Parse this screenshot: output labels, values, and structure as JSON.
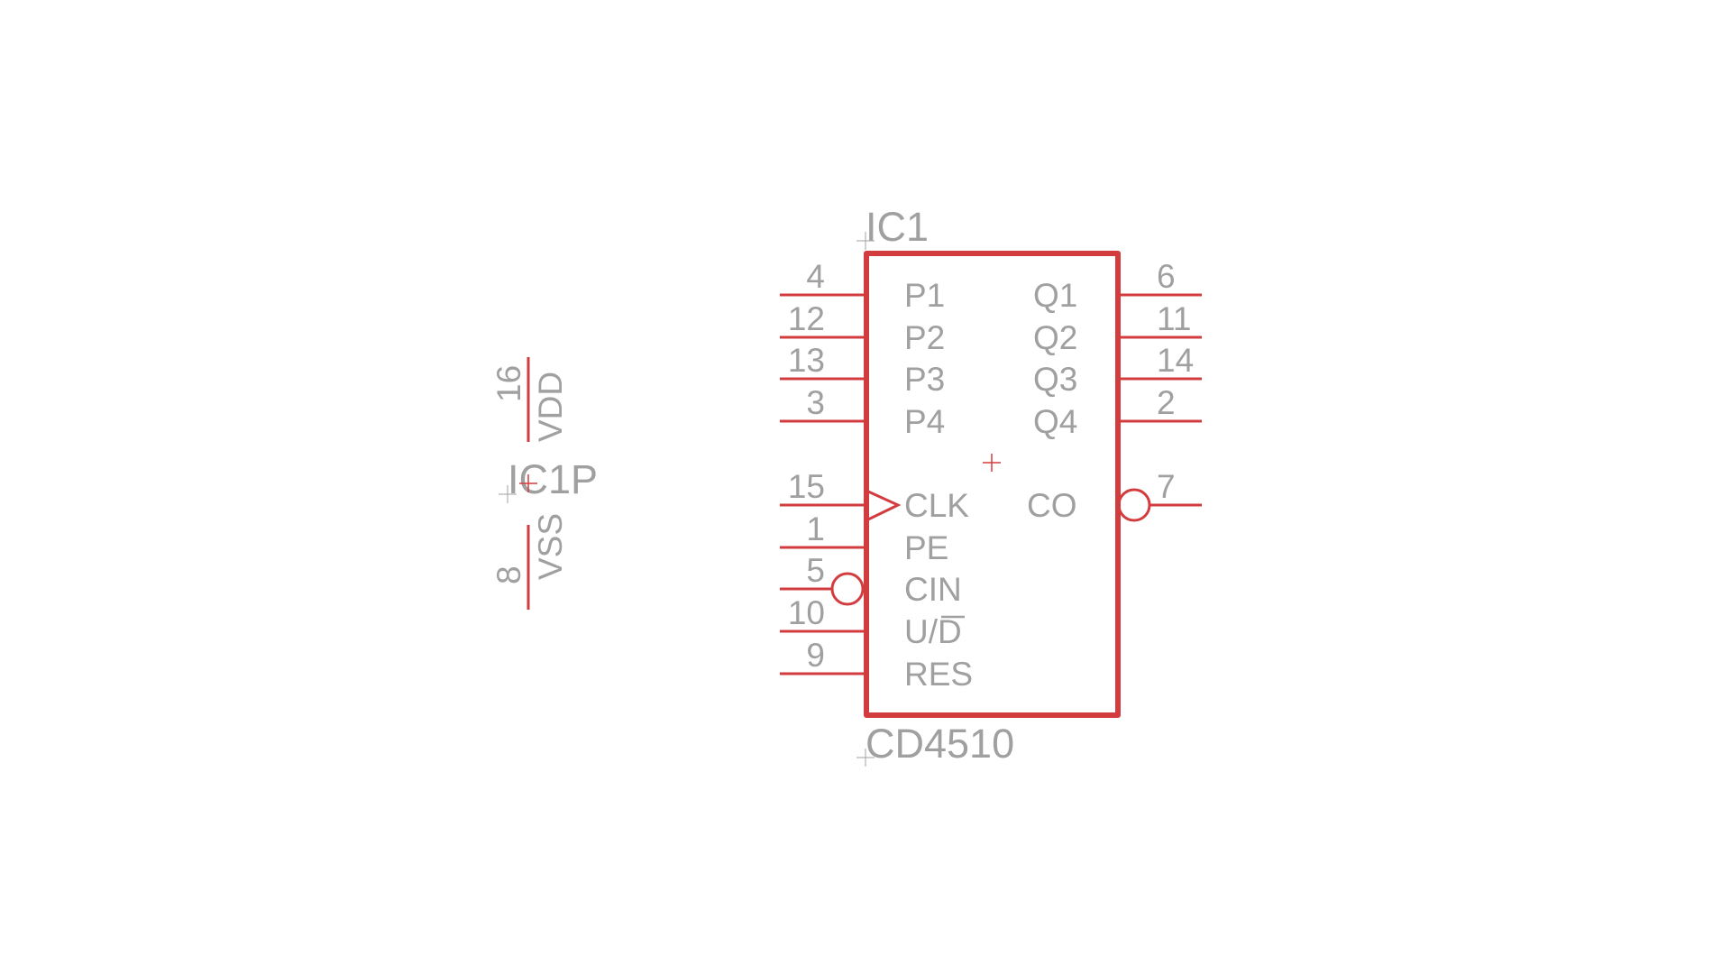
{
  "colors": {
    "wire": "#d33c3f",
    "text": "#a0a0a0",
    "background": "#ffffff"
  },
  "part": {
    "name": "IC1",
    "value": "CD4510",
    "left_pins": [
      {
        "num": "4",
        "label": "P1",
        "type": "plain"
      },
      {
        "num": "12",
        "label": "P2",
        "type": "plain"
      },
      {
        "num": "13",
        "label": "P3",
        "type": "plain"
      },
      {
        "num": "3",
        "label": "P4",
        "type": "plain"
      },
      {
        "num": "15",
        "label": "CLK",
        "type": "clock"
      },
      {
        "num": "1",
        "label": "PE",
        "type": "plain"
      },
      {
        "num": "5",
        "label": "CIN",
        "type": "inverted"
      },
      {
        "num": "10",
        "label": "U/D",
        "type": "plain",
        "overbar": "D"
      },
      {
        "num": "9",
        "label": "RES",
        "type": "plain"
      }
    ],
    "right_pins": [
      {
        "num": "6",
        "label": "Q1",
        "type": "plain"
      },
      {
        "num": "11",
        "label": "Q2",
        "type": "plain"
      },
      {
        "num": "14",
        "label": "Q3",
        "type": "plain"
      },
      {
        "num": "2",
        "label": "Q4",
        "type": "plain"
      },
      {
        "num": "7",
        "label": "CO",
        "type": "inverted"
      }
    ]
  },
  "power_part": {
    "name": "IC1P",
    "pins": [
      {
        "num": "16",
        "label": "VDD"
      },
      {
        "num": "8",
        "label": "VSS"
      }
    ]
  }
}
